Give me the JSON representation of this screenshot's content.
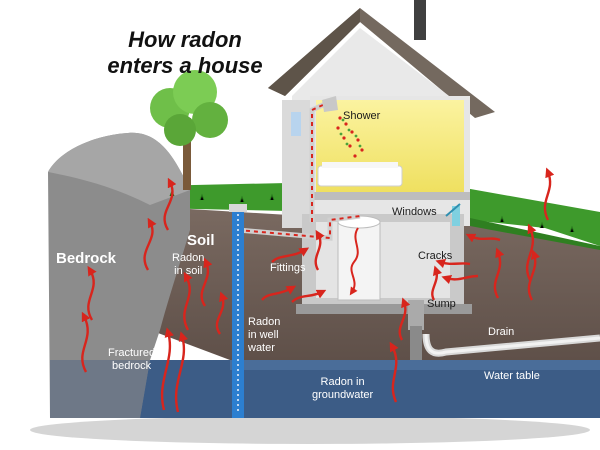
{
  "title": {
    "line1": "How radon",
    "line2": "enters a house"
  },
  "labels": {
    "bedrock": "Bedrock",
    "soil": "Soil",
    "radon_in_soil": [
      "Radon",
      "in soil"
    ],
    "fittings": "Fittings",
    "radon_in_well_water": [
      "Radon",
      "in well",
      "water"
    ],
    "fractured_bedrock": [
      "Fractured",
      "bedrock"
    ],
    "radon_in_groundwater": [
      "Radon in",
      "groundwater"
    ],
    "shower": "Shower",
    "windows": "Windows",
    "cracks": "Cracks",
    "sump": "Sump",
    "drain": "Drain",
    "water_table": "Water table"
  },
  "colors": {
    "sky": "#ffffff",
    "grass": "#3e9a2c",
    "soil": "#6e5d55",
    "groundwater": "#3c5c86",
    "bedrock": "#8a8a8a",
    "roof": "#74695f",
    "wall": "#e6e6e6",
    "interior": "#f4e96a",
    "radon_arrow": "#d8251d",
    "well_pipe": "#2c7fd0"
  },
  "icons": [
    "tree-icon",
    "shower-icon",
    "bathtub-icon",
    "water-tank-icon",
    "window-icon",
    "sump-pipe-icon",
    "drain-pipe-icon",
    "chimney-icon"
  ]
}
